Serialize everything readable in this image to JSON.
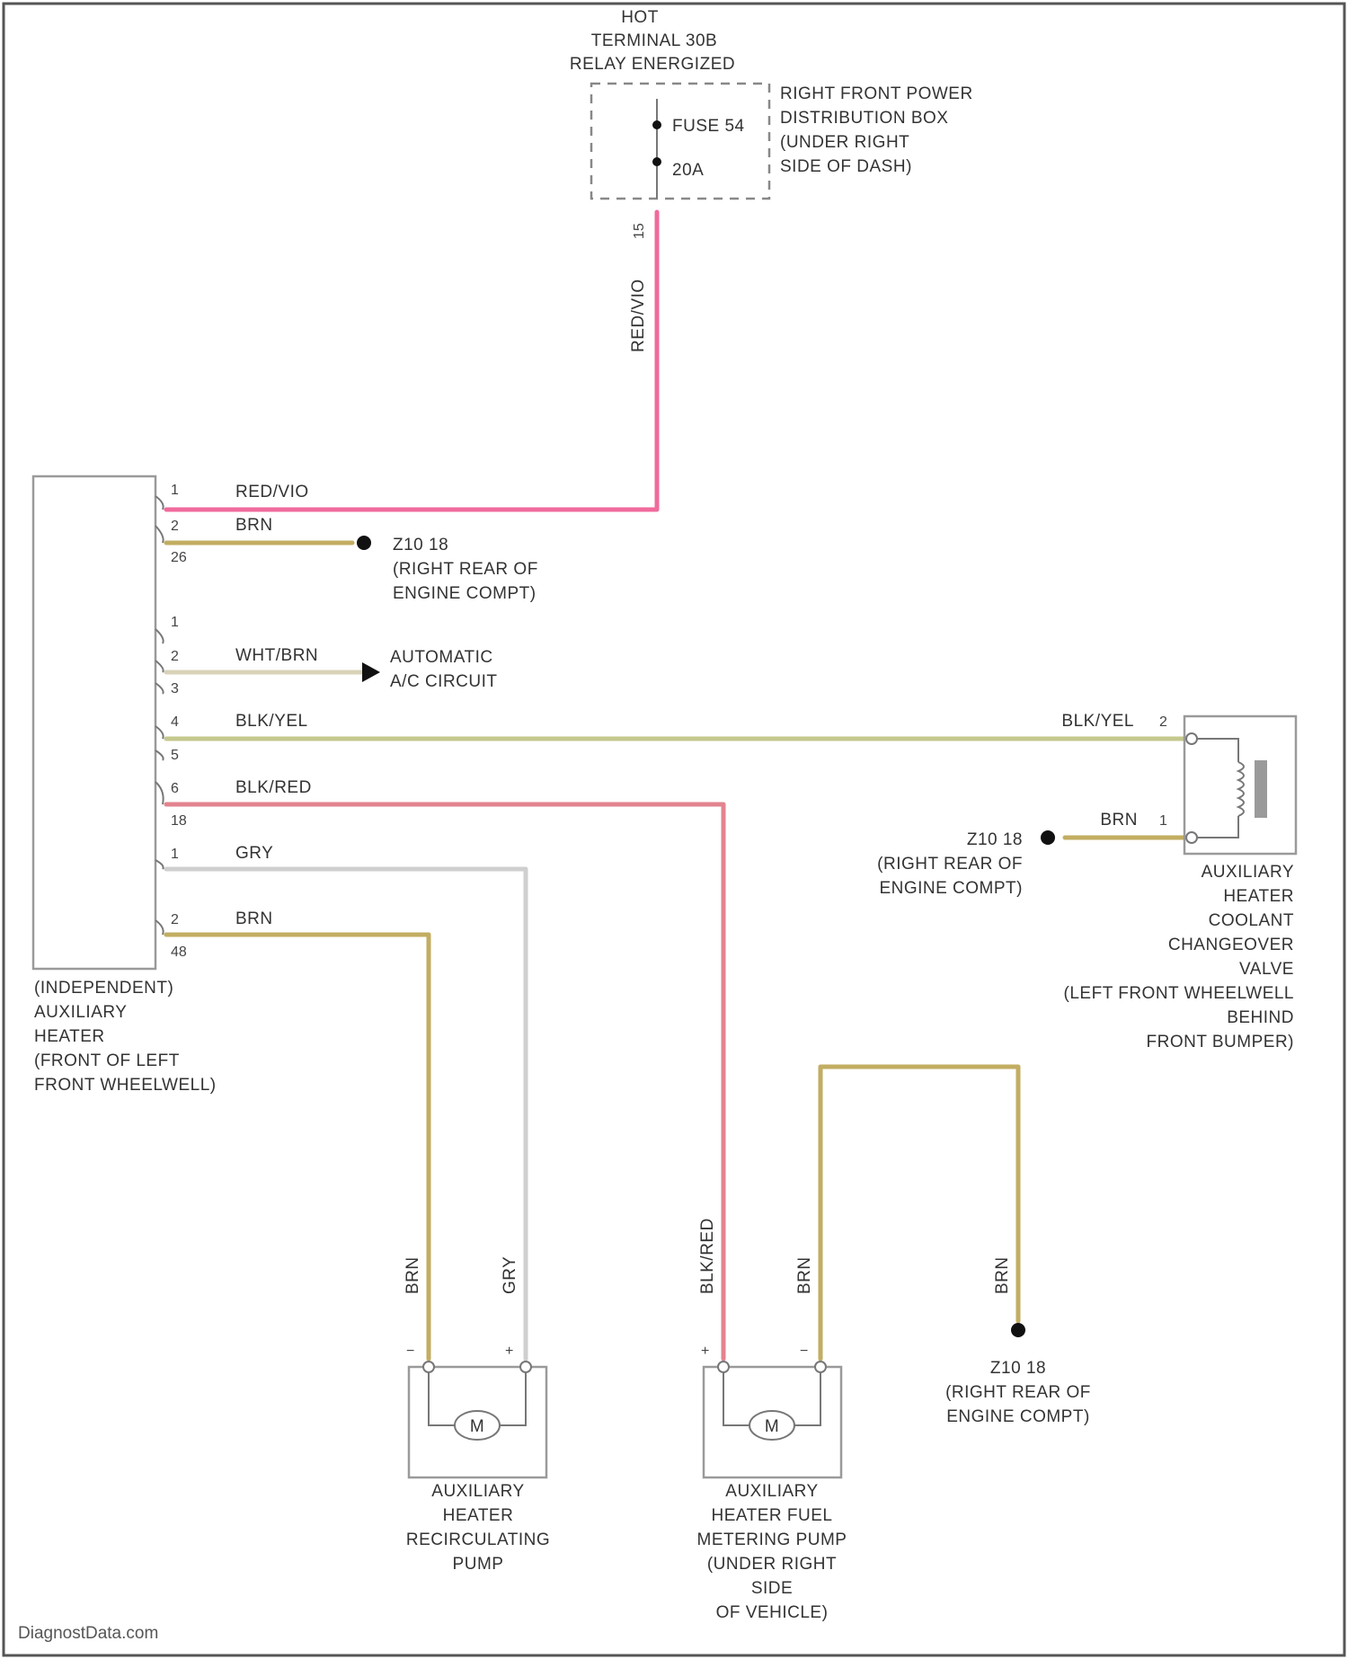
{
  "colors": {
    "red_violet": "#f06a9c",
    "brown": "#c2ad62",
    "white_brown": "#d8d3b8",
    "black_yellow": "#c5c88e",
    "black_red": "#e2848f",
    "gray": "#cfcfcf"
  },
  "power": {
    "hot_lines": [
      "HOT",
      "TERMINAL 30B",
      "RELAY ENERGIZED"
    ],
    "fuse_label": "FUSE 54",
    "fuse_rating": "20A",
    "box_lines": [
      "RIGHT FRONT POWER",
      "DISTRIBUTION BOX",
      "(UNDER RIGHT",
      "SIDE OF DASH)"
    ],
    "pin": "15",
    "wire_label": "RED/VIO"
  },
  "heater": {
    "name_lines": [
      "(INDEPENDENT)",
      "AUXILIARY",
      "HEATER",
      "(FRONT OF LEFT",
      "FRONT WHEELWELL)"
    ],
    "pins": {
      "p1": "1",
      "p2": "2",
      "p26": "26",
      "c1": "1",
      "c2": "2",
      "c3": "3",
      "c4": "4",
      "c5": "5",
      "c6": "6",
      "c18": "18",
      "m1": "1",
      "m2": "2",
      "m48": "48"
    }
  },
  "wires": {
    "red_vio": "RED/VIO",
    "brn_ground": "BRN",
    "wht_brn": "WHT/BRN",
    "blk_yel": "BLK/YEL",
    "blk_red": "BLK/RED",
    "gry": "GRY",
    "brn_pump": "BRN"
  },
  "ground1": {
    "id": "Z10 18",
    "lines": [
      "(RIGHT REAR OF",
      "ENGINE COMPT)"
    ]
  },
  "ground2": {
    "id": "Z10 18",
    "lines": [
      "(RIGHT REAR OF",
      "ENGINE COMPT)"
    ]
  },
  "ground3": {
    "id": "Z10 18",
    "lines": [
      "(RIGHT REAR OF",
      "ENGINE COMPT)"
    ]
  },
  "ac_circuit": {
    "lines": [
      "AUTOMATIC",
      "A/C CIRCUIT"
    ]
  },
  "valve": {
    "wire_top": "BLK/YEL",
    "pin_top": "2",
    "wire_bottom": "BRN",
    "pin_bottom": "1",
    "name_lines": [
      "AUXILIARY",
      "HEATER",
      "COOLANT",
      "CHANGEOVER",
      "VALVE",
      "(LEFT FRONT WHEELWELL",
      "BEHIND",
      "FRONT BUMPER)"
    ]
  },
  "recirc_pump": {
    "wire_left": "BRN",
    "wire_right": "GRY",
    "pin_left": "−",
    "pin_right": "+",
    "motor": "M",
    "name_lines": [
      "AUXILIARY",
      "HEATER",
      "RECIRCULATING",
      "PUMP"
    ]
  },
  "fuel_pump": {
    "wire_left": "BLK/RED",
    "wire_right": "BRN",
    "pin_left": "+",
    "pin_right": "−",
    "motor": "M",
    "name_lines": [
      "AUXILIARY",
      "HEATER FUEL",
      "METERING PUMP",
      "(UNDER RIGHT",
      "SIDE",
      "OF VEHICLE)"
    ]
  },
  "ground3_wire": "BRN",
  "credit": "DiagnostData.com"
}
